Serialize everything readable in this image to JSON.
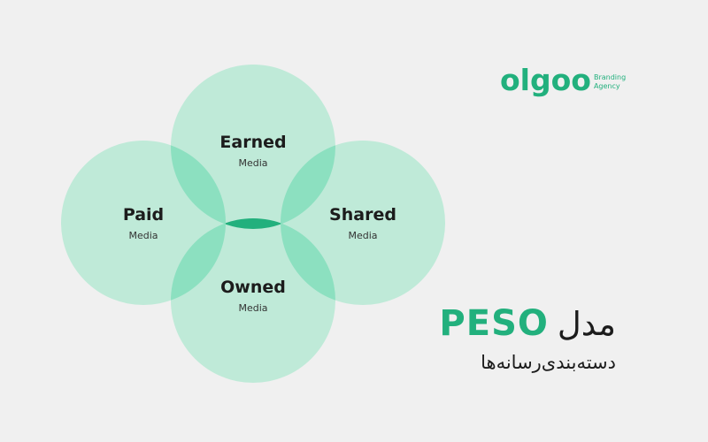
{
  "diagram": {
    "circles": [
      {
        "id": "earned",
        "title": "Earned",
        "subtitle": "Media"
      },
      {
        "id": "paid",
        "title": "Paid",
        "subtitle": "Media"
      },
      {
        "id": "shared",
        "title": "Shared",
        "subtitle": "Media"
      },
      {
        "id": "owned",
        "title": "Owned",
        "subtitle": "Media"
      }
    ],
    "colors": {
      "circle_fill": "#bfead8",
      "overlap_fill": "#8ce0c0",
      "center_fill": "#22b07d",
      "background": "#f0f0f0"
    }
  },
  "brand": {
    "name": "olgoo",
    "tagline_line1": "Branding",
    "tagline_line2": "Agency",
    "color": "#22b07d"
  },
  "headline": {
    "model_word": "مدل",
    "acronym": "PESO",
    "subtitle": "دسته‌بندی‌رسانه‌ها"
  }
}
